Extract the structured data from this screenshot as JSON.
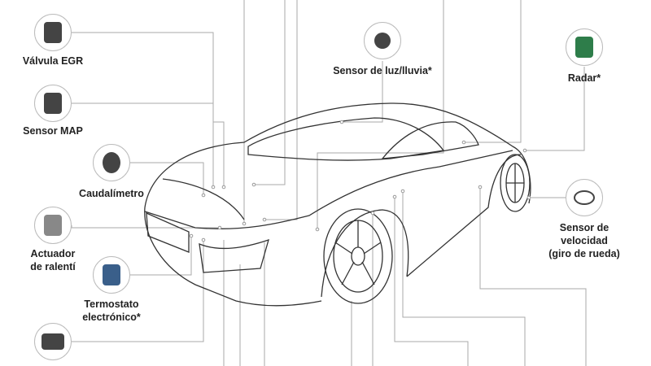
{
  "parts": [
    {
      "id": "egr",
      "label": "Válvula EGR",
      "icon": "egr-valve-icon"
    },
    {
      "id": "map",
      "label": "Sensor MAP",
      "icon": "map-sensor-icon"
    },
    {
      "id": "maf",
      "label": "Caudalímetro",
      "icon": "mass-airflow-icon"
    },
    {
      "id": "idle",
      "label_line1": "Actuador",
      "label_line2": "de ralentí",
      "icon": "idle-actuator-icon"
    },
    {
      "id": "thermo",
      "label_line1": "Termostato",
      "label_line2": "electrónico*",
      "icon": "electronic-thermostat-icon"
    },
    {
      "id": "tps",
      "icon": "throttle-position-sensor-icon"
    },
    {
      "id": "rain",
      "label": "Sensor de luz/lluvia*",
      "icon": "rain-light-sensor-icon"
    },
    {
      "id": "radar",
      "label": "Radar*",
      "icon": "radar-icon"
    },
    {
      "id": "wheel",
      "label_line1": "Sensor de",
      "label_line2": "velocidad",
      "label_line3": "(giro de rueda)",
      "icon": "wheel-speed-sensor-icon"
    }
  ]
}
